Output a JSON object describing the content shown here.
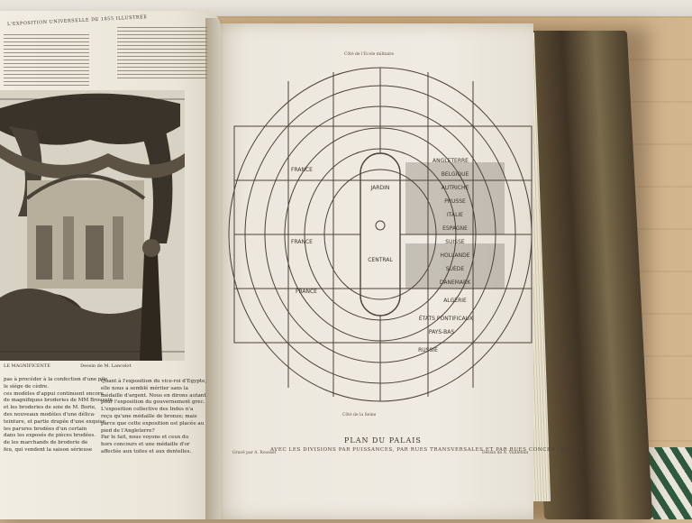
{
  "scene": {
    "description_colors": {
      "table": "#c9a97e",
      "paper": "#ece8de",
      "ink": "#3b342a",
      "cloth": "#2f5a3e"
    }
  },
  "left_page": {
    "running_header": "L'EXPOSITION UNIVERSELLE DE 1855 ILLUSTRÉE",
    "caption_left": "LE MAGNIFICENTE",
    "caption_right": "Dessin de M. Lancelot",
    "column_left": [
      "pas à procéder à la confection d'une pile",
      "le siège de cèdre.",
      "ces modèles d'appui continuent encore",
      "de magnifiques broderies de MM Broussin",
      "et les broderies de soie de M. Borie,",
      "des nouveaux modèles d'une délica-",
      "teinture, et partie drapée d'une exquise",
      "les parures brodées d'un certain",
      "dans les exposés de pièces brodées.",
      "de les marchands de broderie de",
      "feu, qui vendent la saison sérieuse"
    ],
    "column_right": [
      "Quant à l'exposition du vice-roi d'Egypte,",
      "elle nous a semblé mériter sans la",
      "médaille d'argent. Nous en dirons autant",
      "pour l'exposition du gouvernement grec.",
      "L'exposition collective des Indes n'a",
      "reçu qu'une médaille de bronze; mais",
      "parce que cette exposition est placée au",
      "pied de l'Angleterre?",
      "Par le fait, nous voyons et ceux du",
      "hors concours et une médaille d'or",
      "affectée aux toiles et aux dentelles."
    ]
  },
  "right_page": {
    "plan_top_label": "Côté de l'Ecole militaire",
    "plan_bottom_label": "Côté de la Seine",
    "center_labels": [
      "JARDIN",
      "CENTRAL"
    ],
    "region_labels": [
      "FRANCE",
      "FRANCE",
      "FRANCE",
      "ANGLETERRE",
      "BELGIQUE",
      "AUTRICHE",
      "PRUSSE",
      "ITALIE",
      "ESPAGNE",
      "SUISSE",
      "HOLLANDE",
      "SUÈDE",
      "DANEMARK",
      "ALGÉRIE",
      "ÉTATS PONTIFICAUX",
      "PAYS-BAS",
      "RUSSIE"
    ],
    "title": "PLAN DU PALAIS",
    "subtitle": "AVEC LES DIVISIONS PAR PUISSANCES, PAR RUES TRANSVERSALES ET PAR RUES CONCENTRIQUES",
    "engraver_left": "Gravé par A. Rousset",
    "engraver_right": "Dessin de A. Vuillemin"
  }
}
